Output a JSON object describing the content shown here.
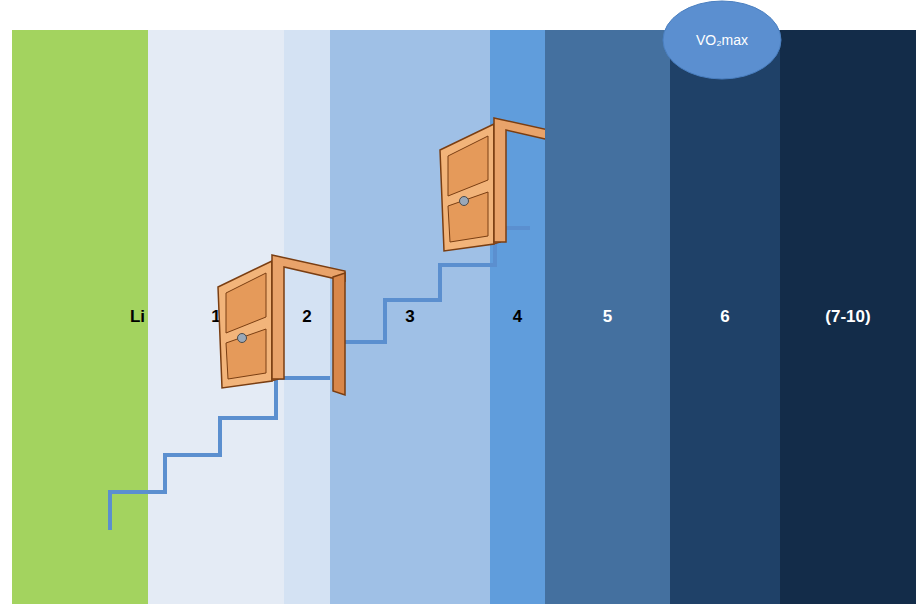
{
  "diagram": {
    "nodes": [
      {
        "text": [
          "Li"
        ]
      },
      {
        "text": [
          "1"
        ]
      },
      {
        "text": [
          "2"
        ]
      },
      {
        "text": [
          "3"
        ]
      },
      {
        "text": [
          "4"
        ]
      },
      {
        "text": [
          "5"
        ]
      },
      {
        "text": [
          "6"
        ]
      },
      {
        "text": [
          "(7-10)"
        ]
      },
      {
        "text": [
          "VO₂max"
        ]
      }
    ]
  }
}
